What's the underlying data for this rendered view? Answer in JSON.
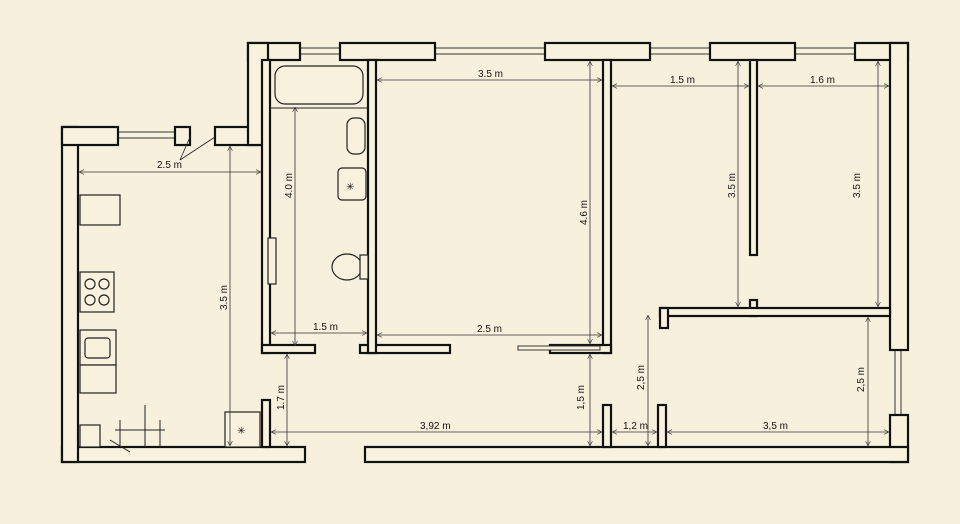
{
  "colors": {
    "paper": "#f7f0dc",
    "ink": "#111111"
  },
  "dimensions": {
    "kitchen_width": "2.5 m",
    "kitchen_length": "3.5 m",
    "bathroom_length": "4.0 m",
    "bathroom_width": "1.5 m",
    "living_width_top": "3.5 m",
    "living_length": "4.6 m",
    "living_width_bottom": "2.5 m",
    "room2_width": "1.5 m",
    "room2_length": "3.5 m",
    "room3_width": "1.6 m",
    "room3_length": "3.5 m",
    "hall_left": "1.7 m",
    "hall_length": "3,92 m",
    "hall_right": "1,5 m",
    "corridor_width": "1,2 m",
    "corridor_length": "2,5 m",
    "room4_width": "3,5 m",
    "room4_length": "2,5 m"
  }
}
